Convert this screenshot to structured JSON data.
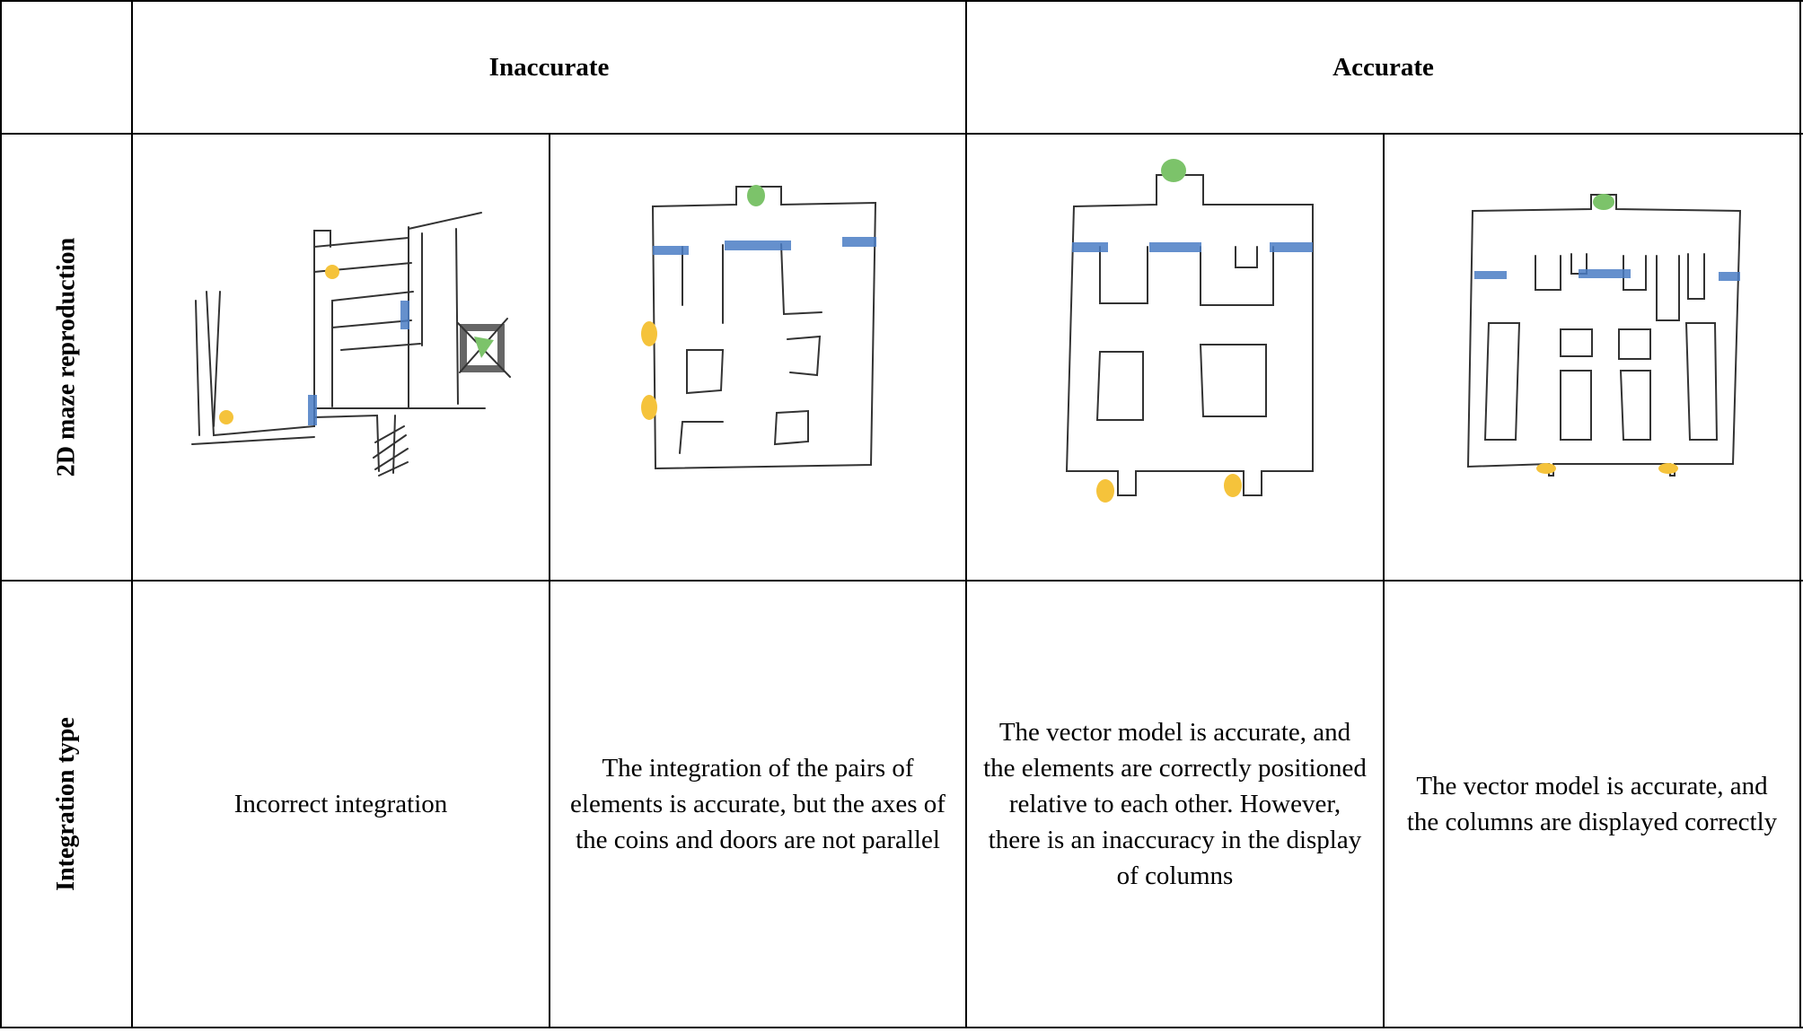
{
  "table": {
    "headers": {
      "corner": "",
      "inaccurate": "Inaccurate",
      "accurate": "Accurate"
    },
    "rows": [
      {
        "label": "2D maze reproduction"
      },
      {
        "label": "Integration type"
      }
    ],
    "descriptions": [
      "Incorrect integration",
      "The integration of the pairs of elements is accurate, but the axes of the coins and doors are not parallel",
      "The vector model is accurate, and the elements are correctly positioned relative to each other. However, there is an inaccuracy in the display of columns",
      "The vector model is accurate, and the columns are displayed correctly"
    ]
  },
  "drawings": [
    {
      "name": "sketch-incorrect-integration"
    },
    {
      "name": "sketch-non-parallel-axes"
    },
    {
      "name": "sketch-inaccurate-columns"
    },
    {
      "name": "sketch-correct-columns"
    }
  ],
  "colors": {
    "coin": "#f5c33b",
    "door": "#4a7cc4",
    "goal": "#7cc36a",
    "line": "#333333"
  }
}
